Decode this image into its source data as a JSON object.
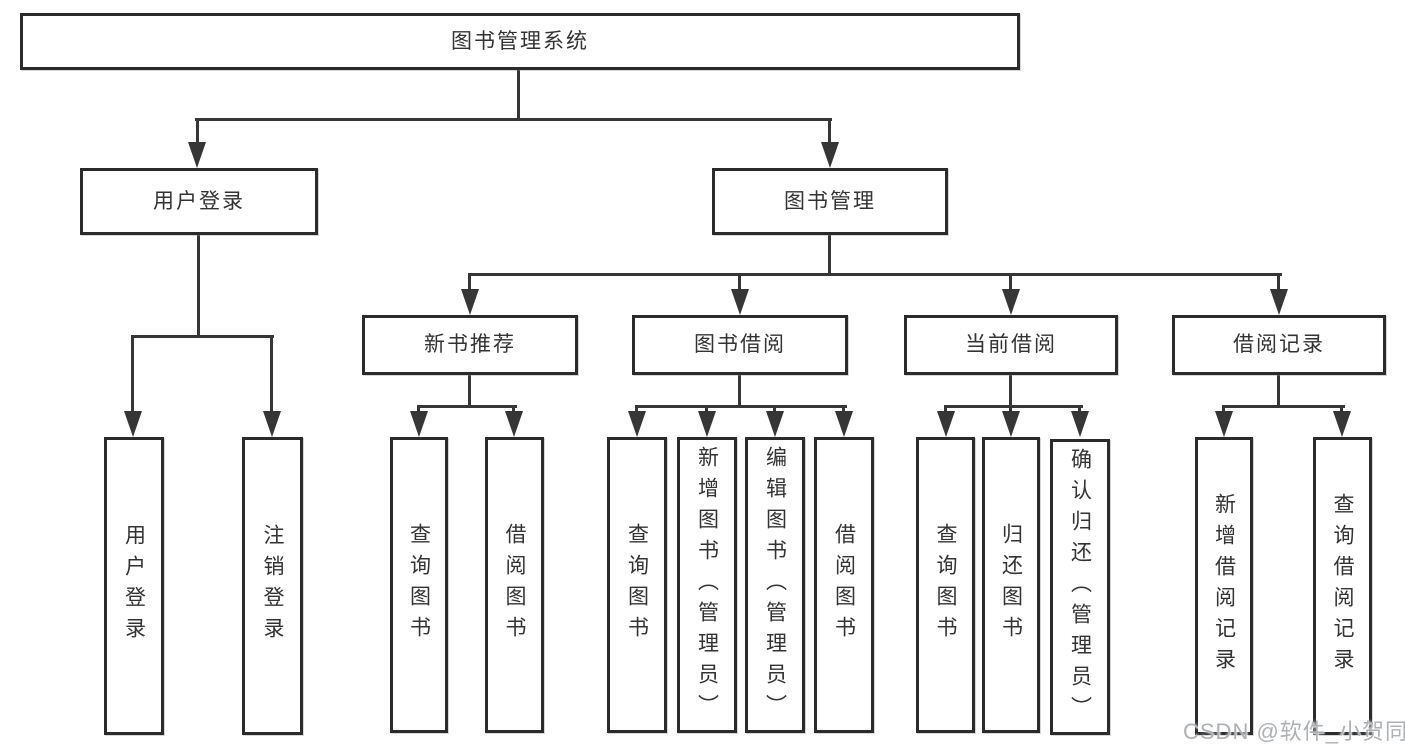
{
  "diagram": {
    "root": {
      "label": "图书管理系统"
    },
    "branches": {
      "user_login": {
        "label": "用户登录",
        "children": [
          {
            "label": "用户登录"
          },
          {
            "label": "注销登录"
          }
        ]
      },
      "book_management": {
        "label": "图书管理",
        "sections": [
          {
            "label": "新书推荐",
            "children": [
              {
                "label": "查询图书"
              },
              {
                "label": "借阅图书"
              }
            ]
          },
          {
            "label": "图书借阅",
            "children": [
              {
                "label": "查询图书"
              },
              {
                "label": "新增图书（管理员）"
              },
              {
                "label": "编辑图书（管理员）"
              },
              {
                "label": "借阅图书"
              }
            ]
          },
          {
            "label": "当前借阅",
            "children": [
              {
                "label": "查询图书"
              },
              {
                "label": "归还图书"
              },
              {
                "label": "确认归还（管理员）"
              }
            ]
          },
          {
            "label": "借阅记录",
            "children": [
              {
                "label": "新增借阅记录"
              },
              {
                "label": "查询借阅记录"
              }
            ]
          }
        ]
      }
    }
  },
  "watermark": {
    "text": "CSDN @软件_小贺同学"
  },
  "colors": {
    "line": "#363636",
    "box_border": "#2b2b2b",
    "box_fill": "#ffffff",
    "background": "#ffffff",
    "watermark": "#aeb2b5"
  }
}
